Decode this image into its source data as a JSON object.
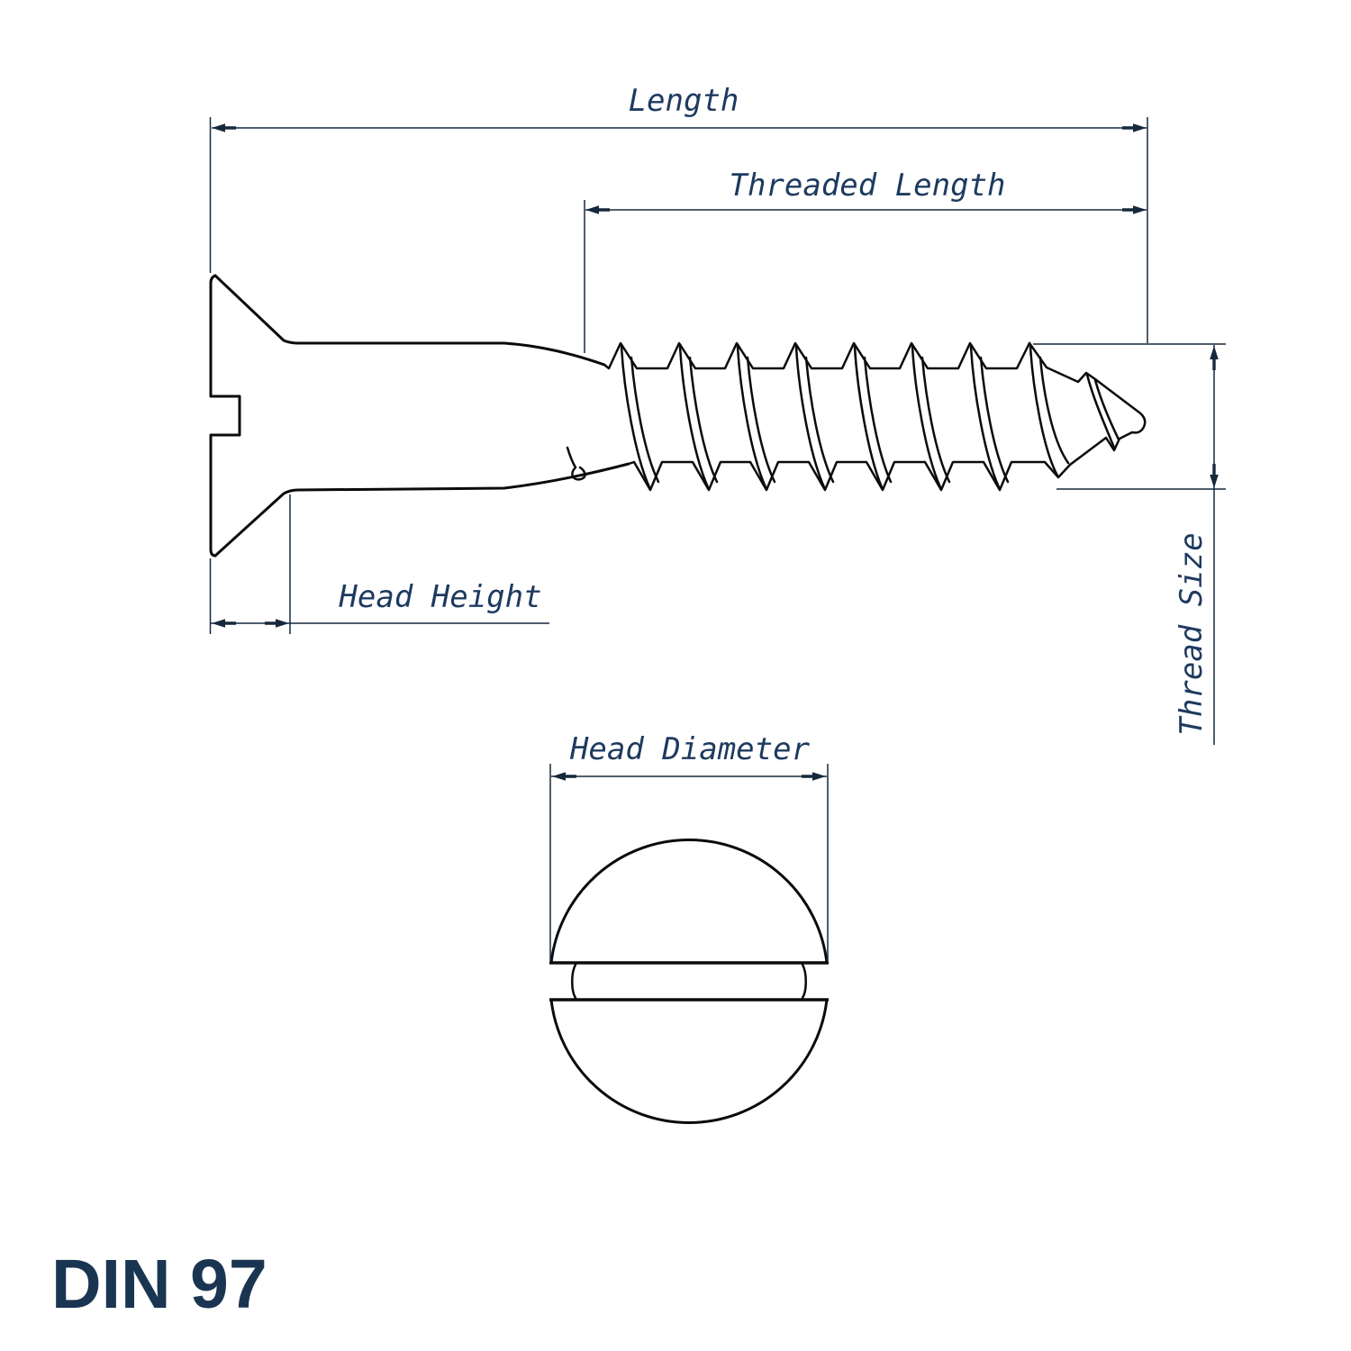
{
  "drawing": {
    "title": "DIN 97",
    "labels": {
      "length": "Length",
      "threaded_length": "Threaded Length",
      "head_height": "Head Height",
      "head_diameter": "Head Diameter",
      "thread_size": "Thread Size"
    },
    "colors": {
      "background": "#ffffff",
      "outline": "#0b0b0b",
      "dimension_line": "#16293c",
      "dimension_text": "#1e3a5f",
      "title_text": "#1a3551"
    }
  }
}
